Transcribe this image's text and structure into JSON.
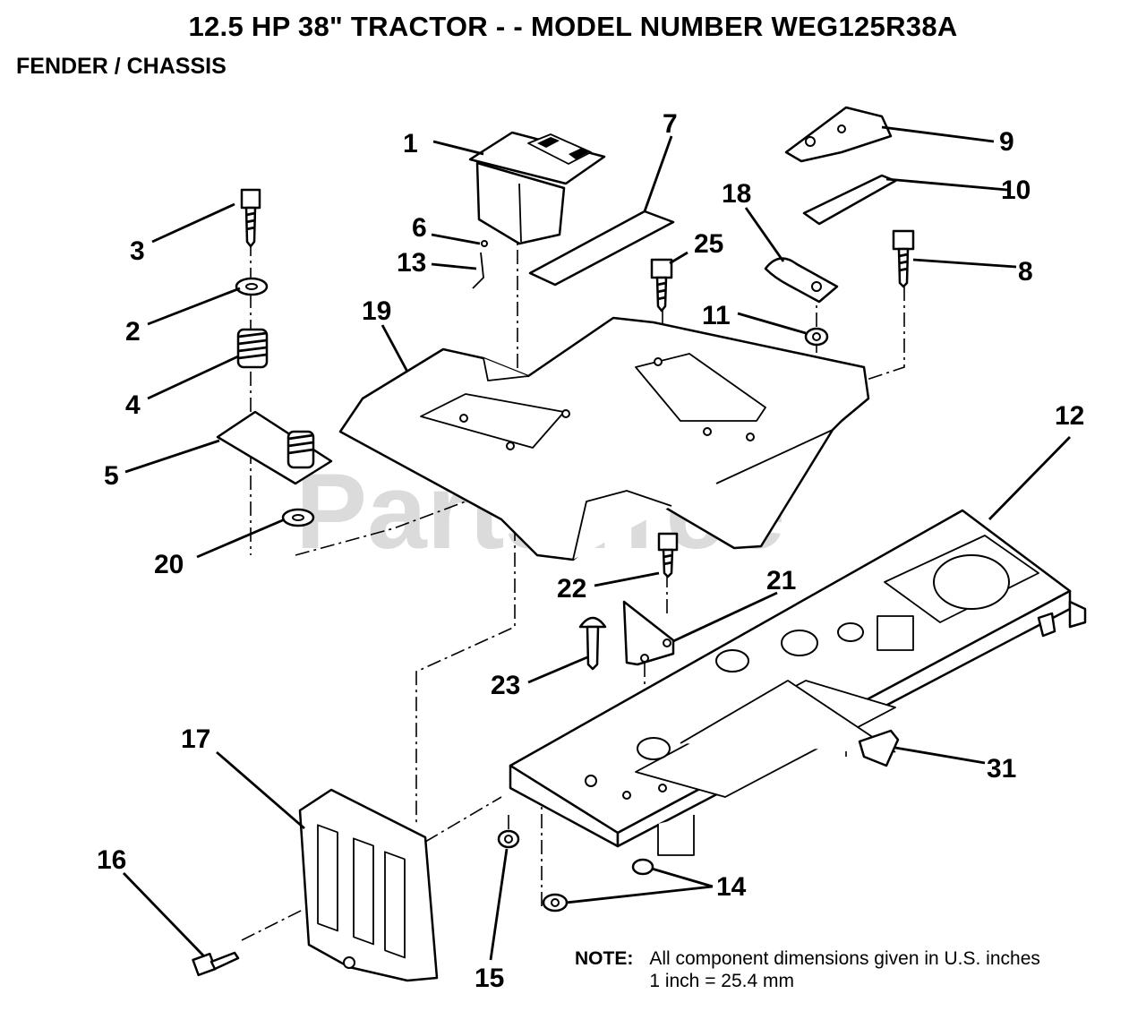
{
  "header": {
    "title": "12.5 HP 38\" TRACTOR - - MODEL NUMBER WEG125R38A",
    "subtitle": "FENDER / CHASSIS"
  },
  "watermark": "PartsTree",
  "callouts": {
    "c1": "1",
    "c2": "2",
    "c3": "3",
    "c4": "4",
    "c5": "5",
    "c6": "6",
    "c7": "7",
    "c8": "8",
    "c9": "9",
    "c10": "10",
    "c11": "11",
    "c12": "12",
    "c13": "13",
    "c14": "14",
    "c15": "15",
    "c16": "16",
    "c17": "17",
    "c18": "18",
    "c19": "19",
    "c20": "20",
    "c21": "21",
    "c22": "22",
    "c23": "23",
    "c25": "25",
    "c31": "31"
  },
  "note": {
    "label": "NOTE:",
    "line1": "All component dimensions given in U.S. inches",
    "line2": "1 inch = 25.4 mm"
  }
}
